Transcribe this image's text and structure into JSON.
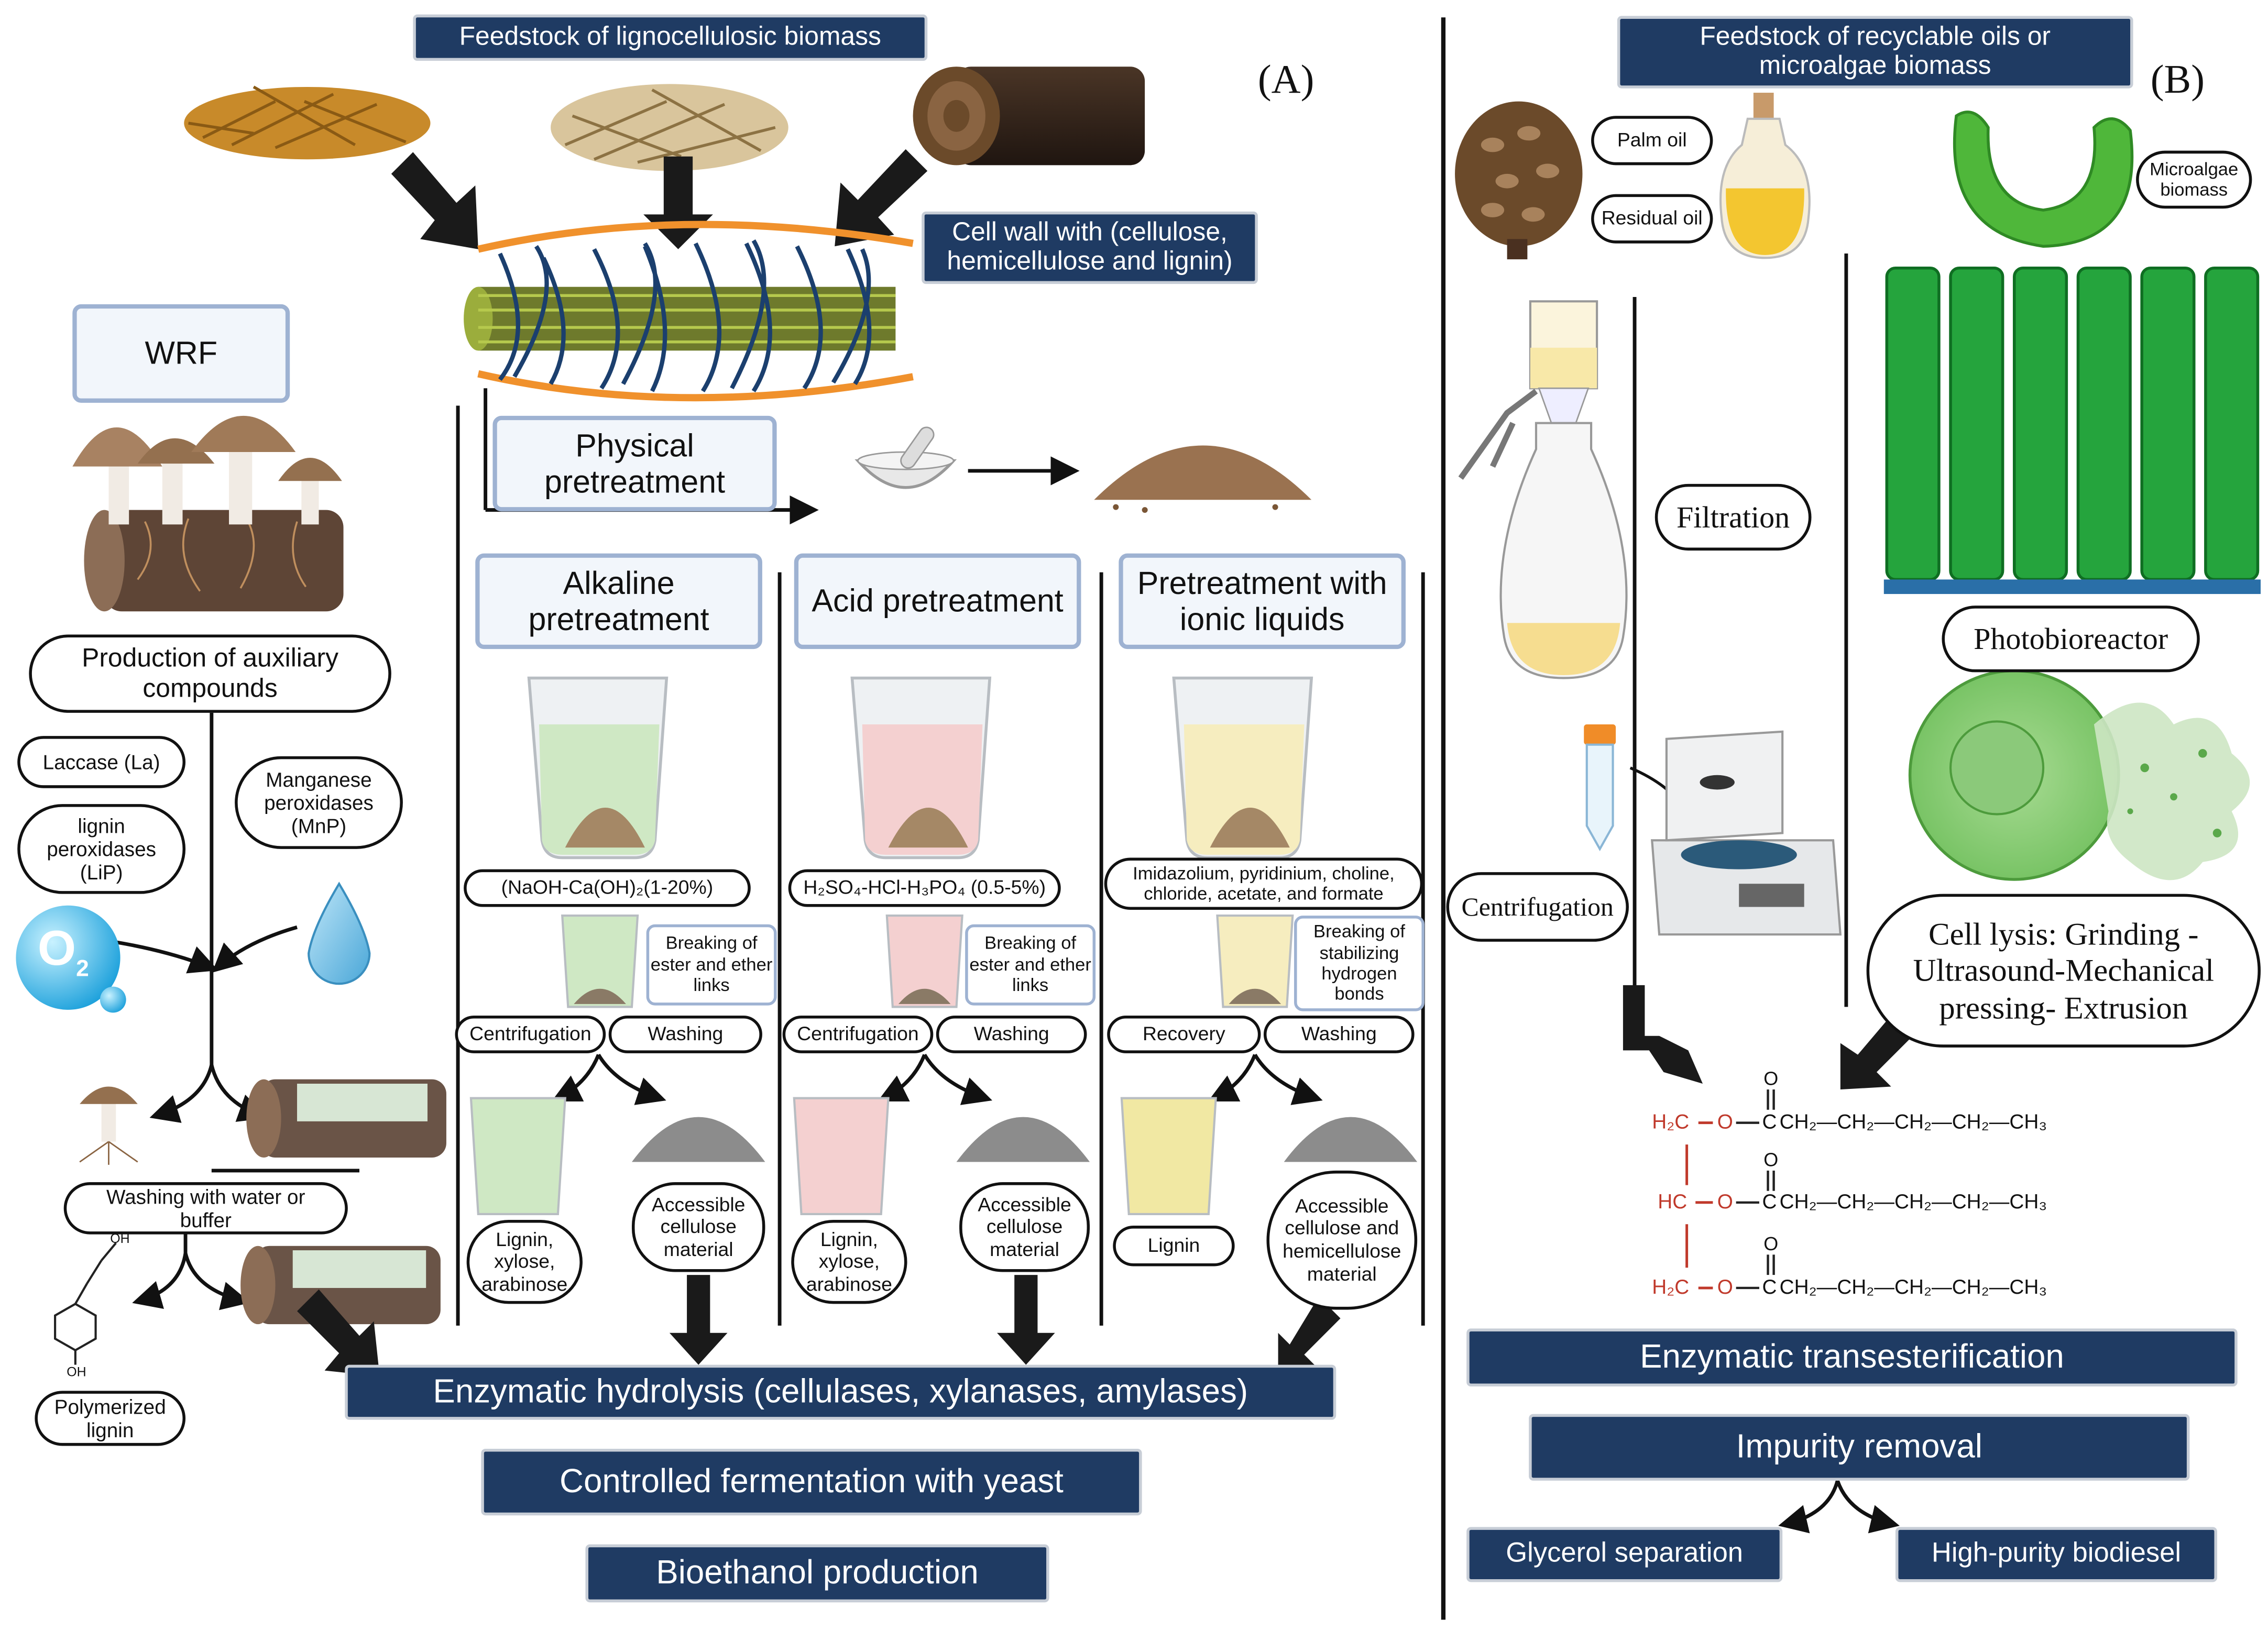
{
  "panel_a": {
    "label": "(A)",
    "feedstock": "Feedstock of lignocellulosic biomass",
    "cell_wall": "Cell wall with (cellulose, hemicellulose and lignin)",
    "wrf": "WRF",
    "physical": "Physical pretreatment",
    "auxiliary": "Production of auxiliary compounds",
    "laccase": "Laccase (La)",
    "lignin_peroxidases": "lignin peroxidases (LiP)",
    "manganese": "Manganese peroxidases (MnP)",
    "o2": "O",
    "o2_sub": "2",
    "washing_buffer": "Washing with water or buffer",
    "polymerized": "Polymerized lignin",
    "oh_top": "OH",
    "oh_bottom": "OH",
    "columns": [
      {
        "title": "Alkaline pretreatment",
        "reagent": "(NaOH-Ca(OH)₂(1-20%)",
        "breaking": "Breaking of ester and ether links",
        "left_step": "Centrifugation",
        "right_step": "Washing",
        "product_left": "Lignin, xylose, arabinose",
        "product_right": "Accessible cellulose material"
      },
      {
        "title": "Acid pretreatment",
        "reagent": "H₂SO₄-HCl-H₃PO₄ (0.5-5%)",
        "breaking": "Breaking of ester and ether links",
        "left_step": "Centrifugation",
        "right_step": "Washing",
        "product_left": "Lignin, xylose, arabinose",
        "product_right": "Accessible cellulose material"
      },
      {
        "title": "Pretreatment with ionic liquids",
        "reagent": "Imidazolium, pyridinium, choline, chloride, acetate, and formate",
        "breaking": "Breaking of stabilizing hydrogen bonds",
        "left_step": "Recovery",
        "right_step": "Washing",
        "product_left": "Lignin",
        "product_right": "Accessible cellulose and hemicellulose material"
      }
    ],
    "enzymatic_hydrolysis": "Enzymatic hydrolysis (cellulases, xylanases, amylases)",
    "fermentation": "Controlled fermentation with yeast",
    "bioethanol": "Bioethanol production"
  },
  "panel_b": {
    "label": "(B)",
    "feedstock": "Feedstock of recyclable oils or microalgae biomass",
    "palm_oil": "Palm oil",
    "residual_oil": "Residual oil",
    "microalgae": "Microalgae biomass",
    "filtration": "Filtration",
    "photobioreactor": "Photobioreactor",
    "centrifugation": "Centrifugation",
    "cell_lysis": "Cell lysis: Grinding - Ultrasound-Mechanical pressing- Extrusion",
    "triglyceride": {
      "rows": [
        "H₂C",
        "HC",
        "H₂C"
      ],
      "o_link": "O",
      "carbonyl_o": "O",
      "carbon": "C",
      "chain": "CH₂—CH₂—CH₂—CH₂—CH₃"
    },
    "transesterification": "Enzymatic transesterification",
    "impurity": "Impurity removal",
    "glycerol": "Glycerol separation",
    "biodiesel": "High-purity biodiesel"
  },
  "colors": {
    "navy": "#1f3b63",
    "label_border": "#9eb2d2",
    "ester_red": "#c0392b",
    "green": "#3aa843",
    "brown": "#6b4a2a"
  }
}
